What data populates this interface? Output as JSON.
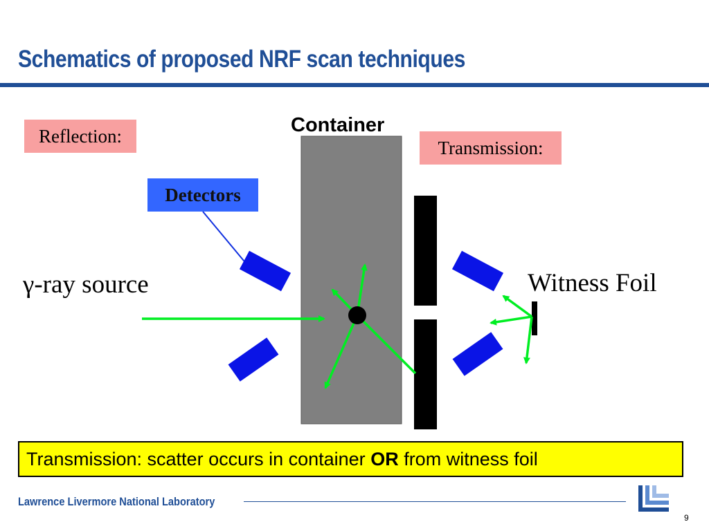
{
  "slide": {
    "title": "Schematics of proposed NRF scan techniques",
    "page_number": "9"
  },
  "diagram": {
    "reflection_label": "Reflection:",
    "transmission_label": "Transmission:",
    "detectors_label": "Detectors",
    "container_label": "Container",
    "source_label": "γ-ray source",
    "witness_foil_label": "Witness Foil"
  },
  "note": {
    "text_before": "Transmission: scatter occurs in container ",
    "emphasis": "OR",
    "text_after": " from witness foil"
  },
  "footer": {
    "organization": "Lawrence Livermore National Laboratory"
  },
  "colors": {
    "title_blue": "#1f4e96",
    "label_pink": "#f8a0a0",
    "detector_blue": "#3366ff",
    "detector_block": "#0a14e6",
    "container_gray": "#808080",
    "ray_green": "#00ee22",
    "note_yellow": "#ffff00"
  }
}
